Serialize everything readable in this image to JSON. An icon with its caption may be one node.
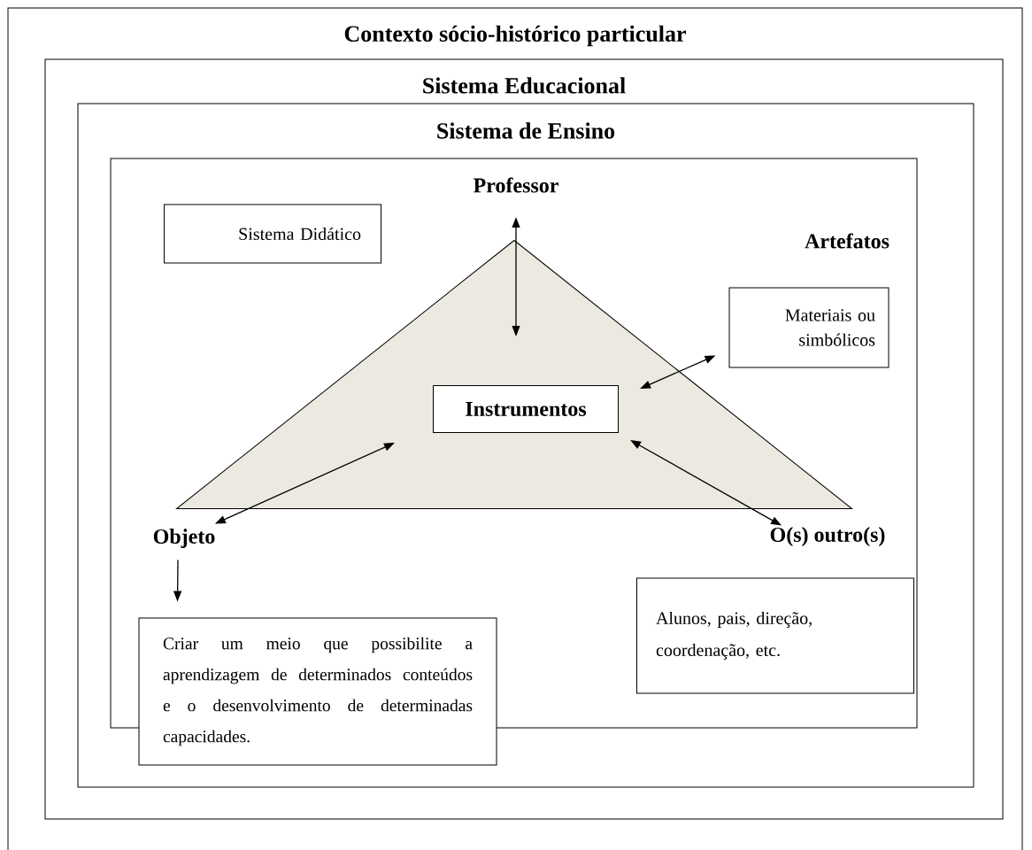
{
  "diagram": {
    "nodes": [
      {
        "text": [
          "Contexto sócio-histórico particular"
        ]
      },
      {
        "text": [
          "Sistema Educacional"
        ],
        "in": 0
      },
      {
        "text": [
          "Sistema de Ensino"
        ],
        "in": 1
      },
      {
        "text": [],
        "shape": "box",
        "in": 2
      },
      {
        "text": [
          "Sistema Didático"
        ],
        "in": 3
      },
      {
        "text": [],
        "shape": "triangle",
        "in": 3
      },
      {
        "text": [
          "Professor"
        ],
        "in": 3
      },
      {
        "text": [
          "Instrumentos"
        ],
        "in": 5
      },
      {
        "text": [
          "Materiais ou simbólicos"
        ],
        "in": 3
      },
      {
        "text": [
          "Objeto"
        ],
        "in": 3
      },
      {
        "text": [
          "O(s) outro(s)"
        ],
        "in": 3
      },
      {
        "text": [
          "Alunos, pais, direção, coordenação, etc."
        ],
        "in": 3
      },
      {
        "text": [
          "Criar um meio que possibilite a aprendizagem de determinados conteúdos e o desenvolvimento de determinadas capacidades."
        ],
        "in": 2
      }
    ],
    "edges": [
      {
        "from": 6,
        "to": 7,
        "arrow": "both"
      },
      {
        "from": 8,
        "to": 7,
        "arrow": "both"
      },
      {
        "from": 9,
        "to": 7,
        "arrow": "both"
      },
      {
        "from": 10,
        "to": 7,
        "arrow": "both"
      },
      {
        "from": 9,
        "to": 12,
        "arrow": "to"
      }
    ],
    "labels": [
      "Artefatos"
    ]
  }
}
